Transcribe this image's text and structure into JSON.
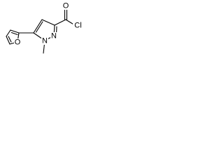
{
  "molecule": {
    "atoms": {
      "furan_oxygen": "O",
      "methyl_nitrogen": "N",
      "ring_nitrogen": "N",
      "acyl_oxygen": "O",
      "chlorine": "Cl"
    }
  }
}
